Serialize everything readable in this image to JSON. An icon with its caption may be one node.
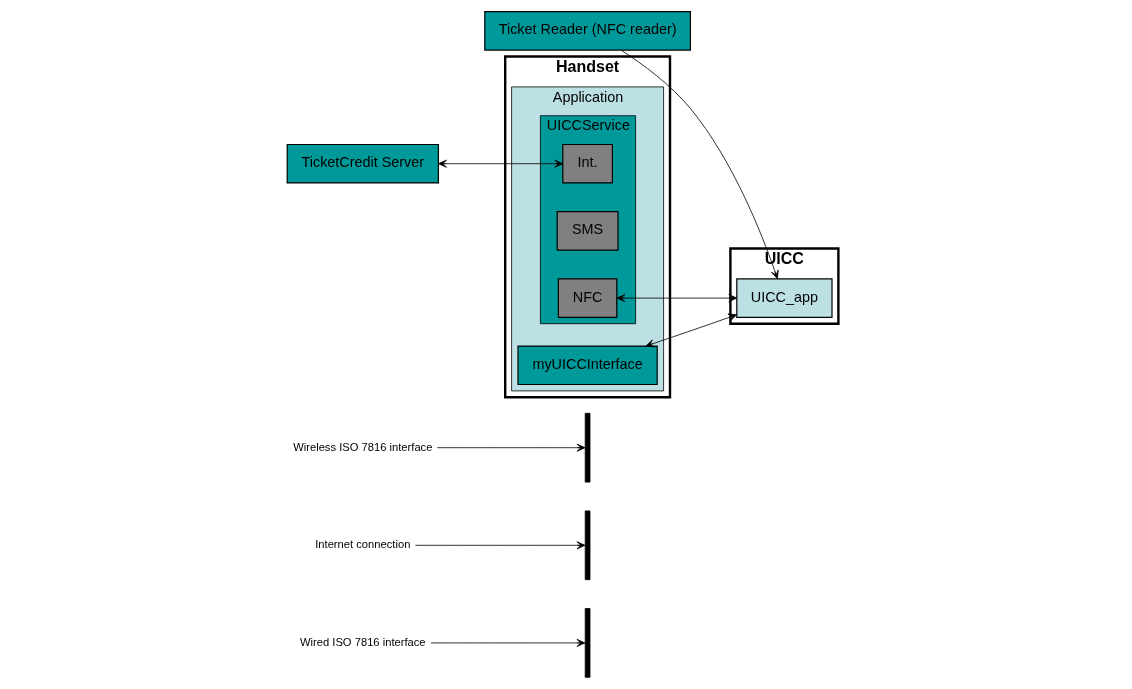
{
  "diagram": {
    "nodes": [
      {
        "text": [
          "Handset"
        ]
      },
      {
        "text": [
          "Application"
        ],
        "in": 0
      },
      {
        "text": [
          "myUICCInterface"
        ],
        "in": 1
      },
      {
        "text": [
          "UICCService"
        ],
        "in": 1
      },
      {
        "text": [
          "Int."
        ],
        "in": 3
      },
      {
        "text": [
          "SMS"
        ],
        "in": 3
      },
      {
        "text": [
          "NFC"
        ],
        "in": 3
      },
      {
        "text": [
          "TicketCredit Server"
        ]
      },
      {
        "text": [
          "Ticket Reader (NFC reader)"
        ]
      },
      {
        "text": [
          "UICC"
        ]
      },
      {
        "text": [
          "UICC_app"
        ],
        "in": 9
      },
      {
        "text": [
          "Wireless ISO 7816 interface"
        ]
      },
      {
        "text": [],
        "shape": "bar"
      },
      {
        "text": [
          "Internet connection"
        ]
      },
      {
        "text": [],
        "shape": "bar"
      },
      {
        "text": [
          "Wired ISO 7816 interface"
        ]
      },
      {
        "text": [],
        "shape": "bar"
      }
    ],
    "edges": [
      {
        "from": 7,
        "to": 4,
        "arrow": "both"
      },
      {
        "from": 2,
        "to": 10,
        "arrow": "both"
      },
      {
        "from": 6,
        "to": 10,
        "arrow": "both"
      },
      {
        "from": 8,
        "to": 10,
        "arrow": "to"
      },
      {
        "from": 11,
        "to": 12,
        "arrow": "to"
      },
      {
        "from": 13,
        "to": 14,
        "arrow": "to"
      },
      {
        "from": 15,
        "to": 16,
        "arrow": "to"
      }
    ]
  }
}
